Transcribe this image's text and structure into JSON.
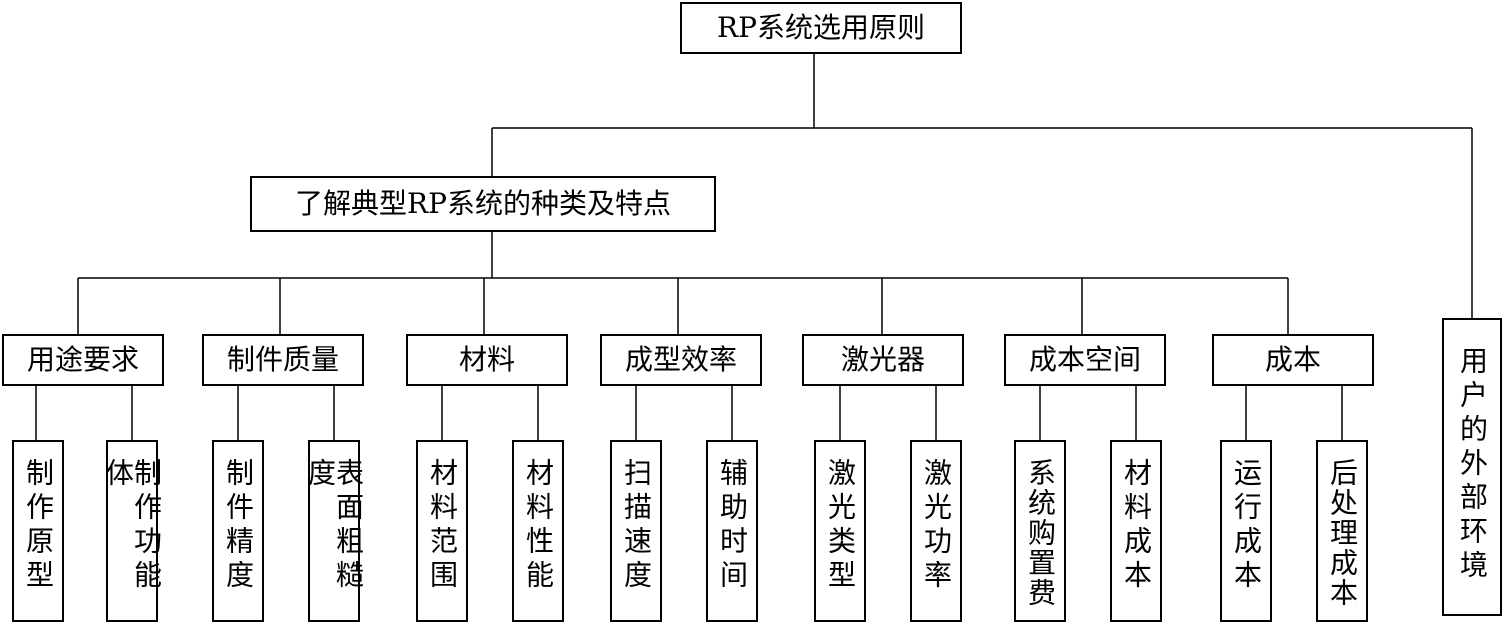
{
  "root": "RP系统选用原则",
  "branch_left": "了解典型RP系统的种类及特点",
  "branch_right": "用户的外部环境",
  "categories": [
    {
      "label": "用途要求",
      "children": [
        "制作原型",
        "制作功能体"
      ]
    },
    {
      "label": "制件质量",
      "children": [
        "制件精度",
        "表面粗糙度"
      ]
    },
    {
      "label": "材料",
      "children": [
        "材料范围",
        "材料性能"
      ]
    },
    {
      "label": "成型效率",
      "children": [
        "扫描速度",
        "辅助时间"
      ]
    },
    {
      "label": "激光器",
      "children": [
        "激光类型",
        "激光功率"
      ]
    },
    {
      "label": "成本空间",
      "children": [
        "系统购置费",
        "材料成本"
      ]
    },
    {
      "label": "成本",
      "children": [
        "运行成本",
        "后处理成本"
      ]
    }
  ]
}
